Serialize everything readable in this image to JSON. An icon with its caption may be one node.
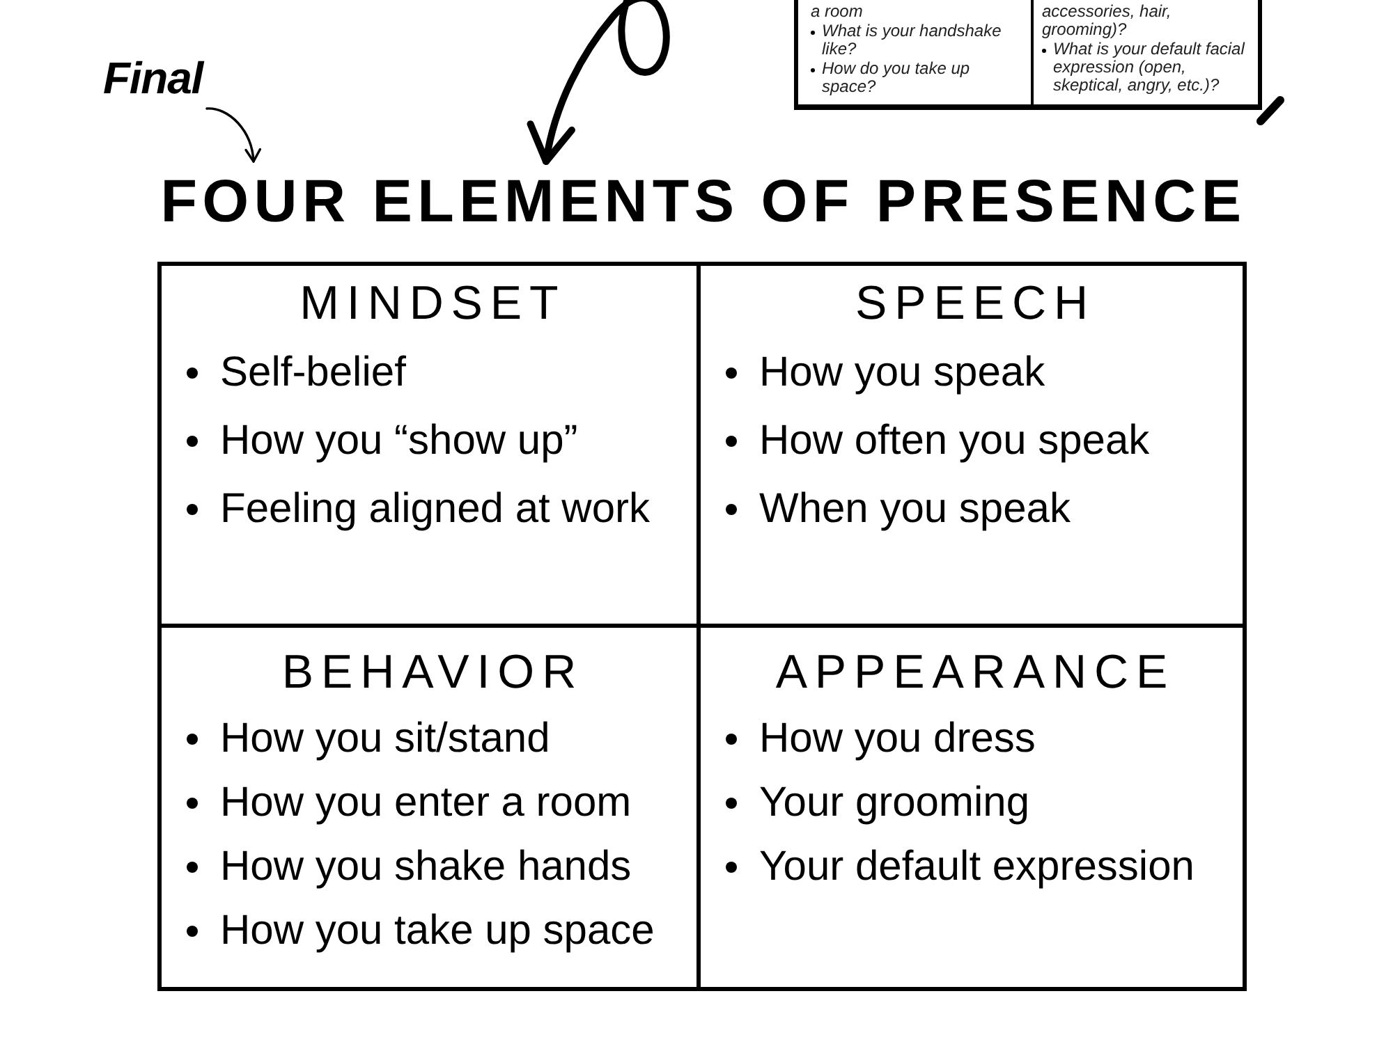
{
  "diagram": {
    "nodes": [
      {
        "text": [
          "a room",
          "What is your handshake like?",
          "How do you take up space?"
        ]
      },
      {
        "text": [
          "accessories, hair, grooming)?",
          "What is your default facial expression (open, skeptical, angry, etc.)?"
        ]
      },
      {
        "text": [
          "Final"
        ]
      },
      {
        "text": [
          "FOUR ELEMENTS OF PRESENCE"
        ]
      },
      {
        "text": [
          "MINDSET",
          "Self-belief",
          "How you “show up”",
          "Feeling aligned at work"
        ]
      },
      {
        "text": [
          "SPEECH",
          "How you speak",
          "How often you speak",
          "When you speak"
        ]
      },
      {
        "text": [
          "BEHAVIOR",
          "How you sit/stand",
          "How you enter a room",
          "How you shake hands",
          "How you take up space"
        ]
      },
      {
        "text": [
          "APPEARANCE",
          "How you dress",
          "Your grooming",
          "Your default expression"
        ]
      }
    ],
    "edges": [
      {
        "from": 2,
        "to": 3,
        "arrow": "to"
      },
      {
        "from": null,
        "to": 3,
        "arrow": "to",
        "style": "thick"
      }
    ]
  }
}
